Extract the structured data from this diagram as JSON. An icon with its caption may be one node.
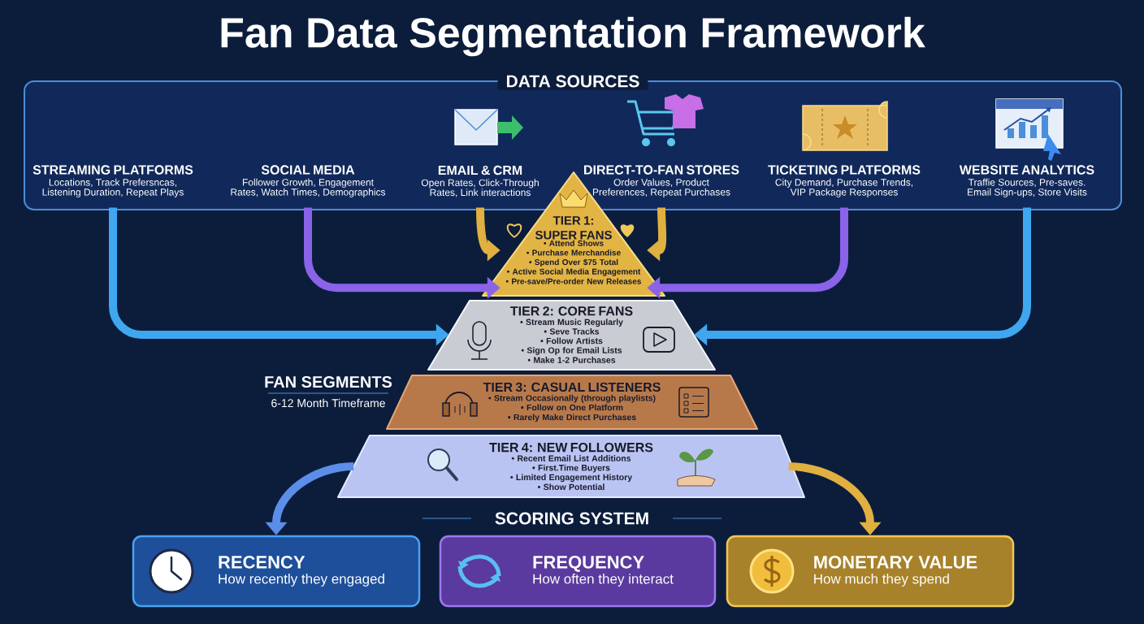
{
  "diagram": {
    "title": "Fan Data Segmentation Framework",
    "nodes": [
      {
        "text": [
          "DATA SOURCES"
        ]
      },
      {
        "text": [
          "STREAMING PLATFORMS",
          "Locations, Track Prefersncas, Listening Duration, Repeat Plays"
        ],
        "in": 0
      },
      {
        "text": [
          "SOCIAL MEDIA",
          "Follower Growth, Engagement Rates, Watch Times, Demographics"
        ],
        "in": 0
      },
      {
        "text": [
          "EMAIL & CRM",
          "Open Rates, Click-Through Rates, Link interactions"
        ],
        "in": 0
      },
      {
        "text": [
          "DIRECT-TO-FAN STORES",
          "Order Values, Product Preferences, Repeat Purchases"
        ],
        "in": 0
      },
      {
        "text": [
          "TICKETING PLATFORMS",
          "City Demand, Purchase Trends, VIP Package Responses"
        ],
        "in": 0
      },
      {
        "text": [
          "WEBSITE ANALYTICS",
          "Traffie Sources, Pre-saves. Email Sign-ups, Store Visits"
        ],
        "in": 0
      },
      {
        "text": [
          "TIER 1: SUPER FANS",
          "• Attend Shows",
          "• Purchase Merchandise",
          "• Spend Over $75 Total",
          "• Active Social Media Engagement",
          "• Pre-save/Pre-order New Releases"
        ]
      },
      {
        "text": [
          "TIER 2: CORE FANS",
          "• Stream Music Regularly",
          "• Seve Tracks",
          "• Follow Artists",
          "• Sign Op for Email Lists",
          "• Make 1-2 Purchases"
        ]
      },
      {
        "text": [
          "TIER 3: CASUAL LISTENERS",
          "• Stream Occasionally (through playlists)",
          "• Follow on One Platform",
          "• Rarely Make Direct Purchases"
        ]
      },
      {
        "text": [
          "TIER 4: NEW FOLLOWERS",
          "• Recent Email List Additions",
          "• First.Time Buyers",
          "• Limited Engagement History",
          "• Show Potential"
        ]
      },
      {
        "text": [
          "RECENCY",
          "How recently they engaged"
        ]
      },
      {
        "text": [
          "FREQUENCY",
          "How often they interact"
        ]
      },
      {
        "text": [
          "MONETARY VALUE",
          "How much they spend"
        ]
      }
    ],
    "edges": [
      {
        "from": 1,
        "to": 8,
        "arrow": "to",
        "color": "#3fa7f0"
      },
      {
        "from": 2,
        "to": 7,
        "arrow": "to",
        "color": "#8a63e8"
      },
      {
        "from": 3,
        "to": 7,
        "arrow": "to",
        "color": "#e0b040"
      },
      {
        "from": 4,
        "to": 7,
        "arrow": "to",
        "color": "#e0b040"
      },
      {
        "from": 5,
        "to": 7,
        "arrow": "to",
        "color": "#8a63e8"
      },
      {
        "from": 6,
        "to": 8,
        "arrow": "to",
        "color": "#3fa7f0"
      },
      {
        "from": 10,
        "to": 11,
        "arrow": "to",
        "color": "#5b8ee8"
      },
      {
        "from": 10,
        "to": 13,
        "arrow": "to",
        "color": "#e0b040"
      }
    ],
    "labels": [
      "FAN SEGMENTS",
      "6-12 Month Timeframe",
      "SCORING SYSTEM"
    ]
  }
}
